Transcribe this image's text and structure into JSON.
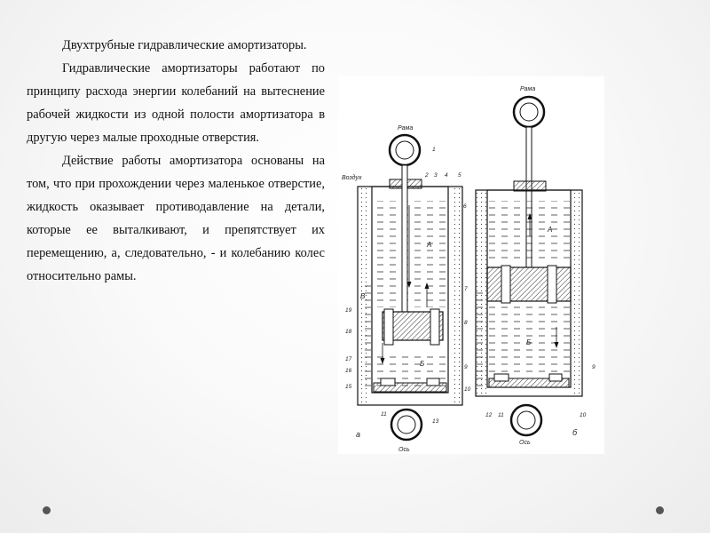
{
  "paragraphs": [
    "Двухтрубные гидравлические амортизаторы.",
    "Гидравлические амортизаторы работают по принципу расхода энергии колебаний на вытеснение рабочей жидкости из одной полости амортизатора в другую через малые проходные отверстия.",
    "Действие работы амортизатора основаны на том, что при прохождении через маленькое отверстие, жидкость оказывает противодавление на детали, которые ее выталкивают, и препятствует их перемещению, а, следовательно, - и колебанию колес относительно рамы."
  ],
  "figure": {
    "frame_label": "Рама",
    "axle_label": "Ось",
    "air_label": "Воздух",
    "cavity_a": "А",
    "cavity_b": "Б",
    "cavity_v": "В",
    "variant_a": "а",
    "variant_b": "б",
    "left_numbers": [
      "1",
      "2",
      "3",
      "4",
      "5",
      "6",
      "7",
      "8",
      "9",
      "10",
      "11",
      "13",
      "15",
      "16",
      "17",
      "18",
      "19"
    ],
    "right_numbers": [
      "9",
      "10",
      "11",
      "12"
    ]
  }
}
